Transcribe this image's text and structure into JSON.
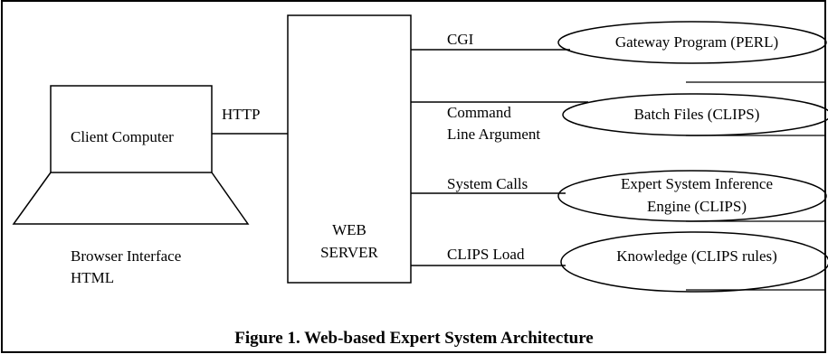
{
  "client": {
    "label": "Client Computer",
    "caption_line1": "Browser Interface",
    "caption_line2": "HTML"
  },
  "http_label": "HTTP",
  "server": {
    "line1": "WEB",
    "line2": "SERVER"
  },
  "connections": [
    {
      "link_lines": [
        "CGI"
      ],
      "node_lines": [
        "Gateway Program (PERL)"
      ]
    },
    {
      "link_lines": [
        "Command",
        "Line  Argument"
      ],
      "node_lines": [
        "Batch Files (CLIPS)"
      ]
    },
    {
      "link_lines": [
        "System Calls"
      ],
      "node_lines": [
        "Expert System Inference",
        "Engine (CLIPS)"
      ]
    },
    {
      "link_lines": [
        "CLIPS Load"
      ],
      "node_lines": [
        "Knowledge (CLIPS rules)"
      ]
    }
  ],
  "figure_caption": "Figure 1.  Web-based Expert System Architecture"
}
